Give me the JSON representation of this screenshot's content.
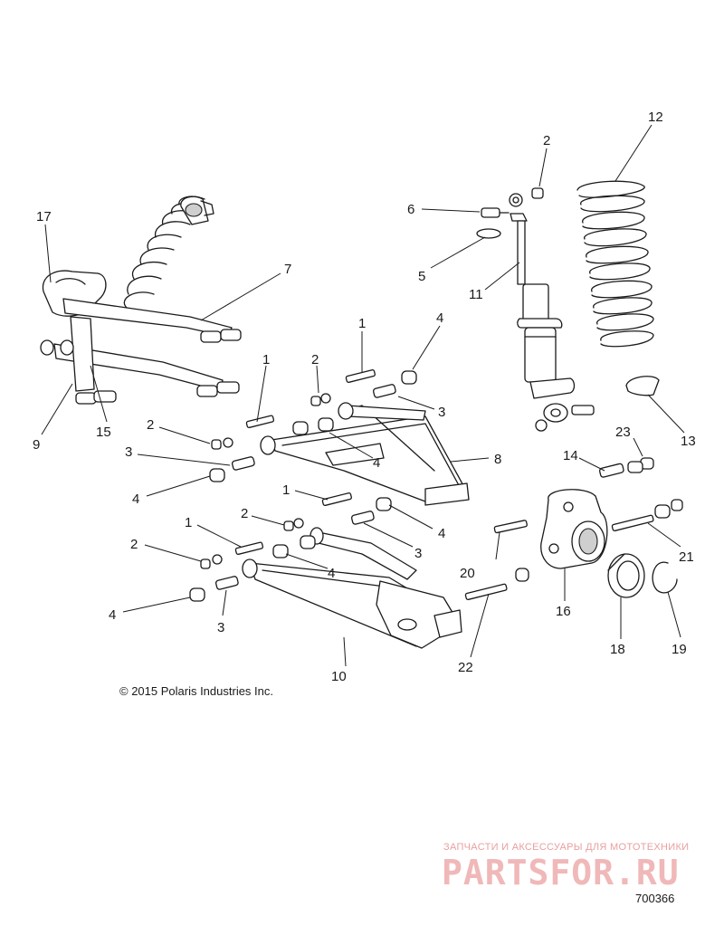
{
  "diagram": {
    "callouts": [
      "1",
      "1",
      "1",
      "1",
      "2",
      "2",
      "2",
      "2",
      "2",
      "2",
      "3",
      "3",
      "3",
      "3",
      "3",
      "4",
      "4",
      "4",
      "4",
      "4",
      "4",
      "4",
      "5",
      "6",
      "7",
      "8",
      "9",
      "10",
      "11",
      "12",
      "13",
      "14",
      "15",
      "16",
      "17",
      "18",
      "19",
      "20",
      "21",
      "22",
      "23"
    ],
    "copyright": "© 2015 Polaris Industries Inc.",
    "figure_number": "700366"
  },
  "watermark": {
    "tagline": "ЗАПЧАСТИ И АКСЕССУАРЫ ДЛЯ МОТОТЕХНИКИ",
    "logo": "PARTSFOR.RU"
  }
}
